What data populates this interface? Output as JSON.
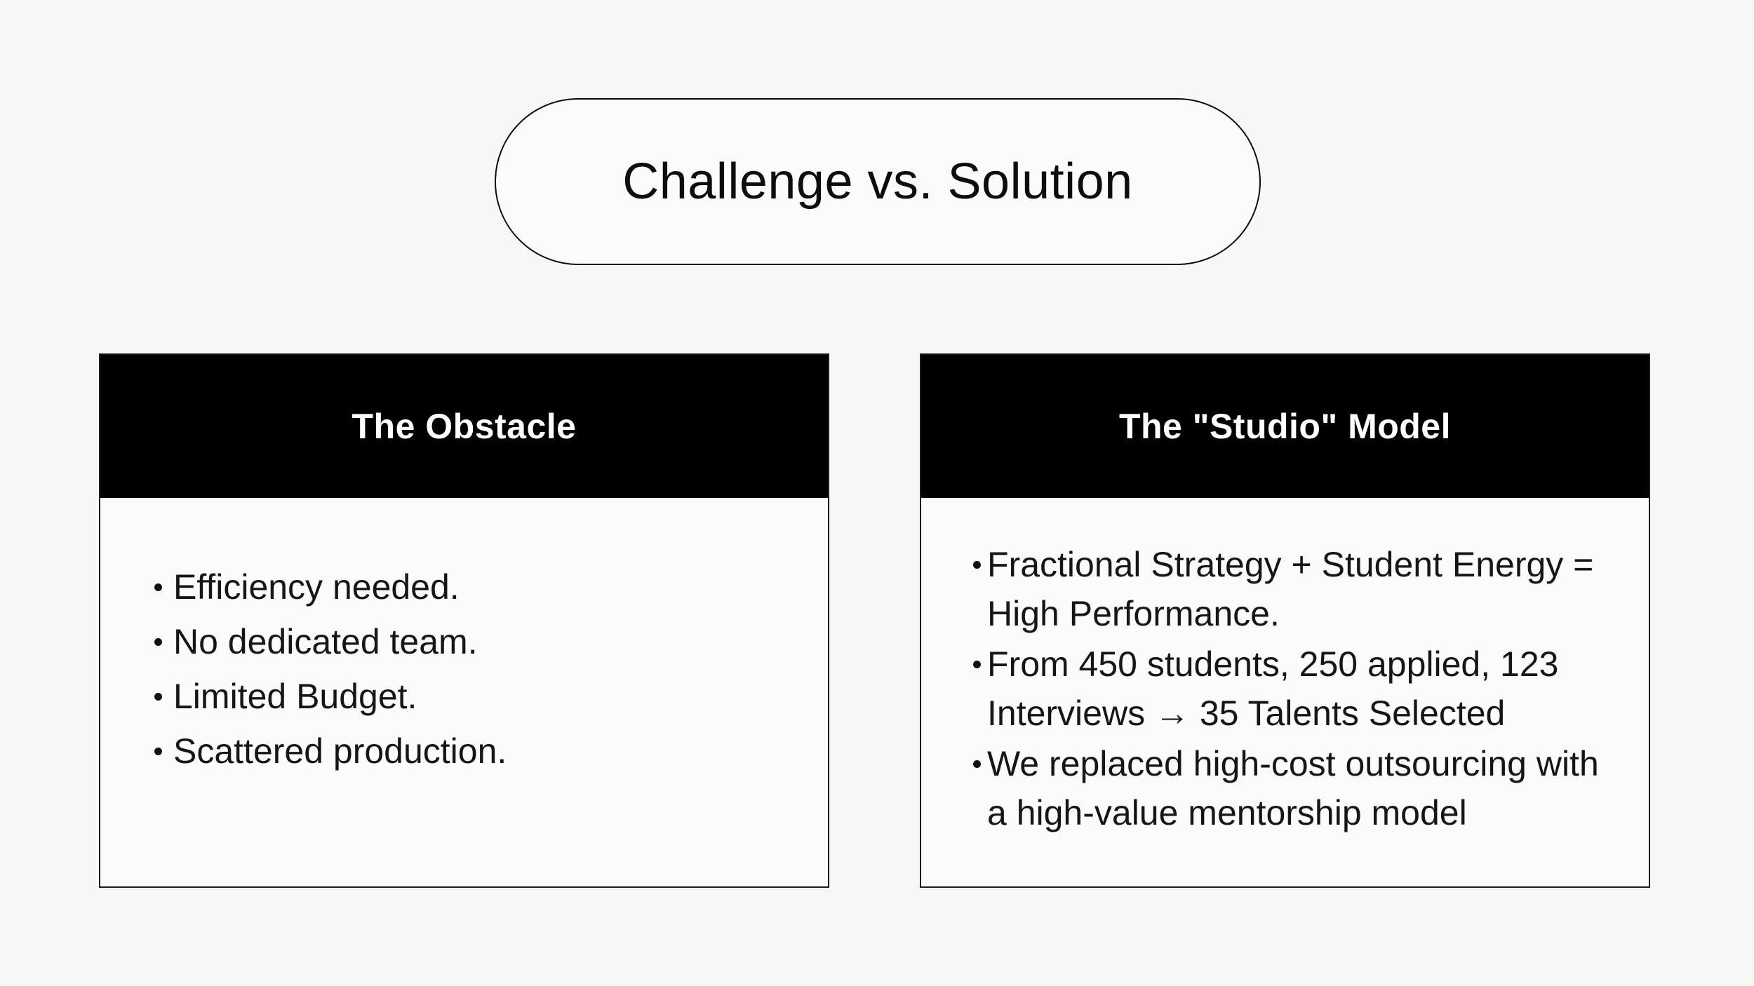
{
  "slide": {
    "title": "Challenge vs. Solution",
    "panels": [
      {
        "header": "The Obstacle",
        "bullets": [
          "Efficiency needed.",
          "No dedicated team.",
          "Limited Budget.",
          "Scattered production."
        ]
      },
      {
        "header": "The \"Studio\" Model",
        "bullets": [
          "Fractional Strategy + Student Energy =\nHigh Performance.",
          "From 450 students, 250 applied, 123\nInterviews → 35 Talents Selected",
          "We replaced high-cost outsourcing with\na high-value mentorship model"
        ]
      }
    ]
  },
  "colors": {
    "background": "#f7f7f5",
    "panel": "#fbfbfa",
    "header_bg": "#000000",
    "header_text": "#ffffff",
    "body_text": "#161616",
    "border": "#1c1c1c",
    "title_text": "#0d0d0d"
  }
}
